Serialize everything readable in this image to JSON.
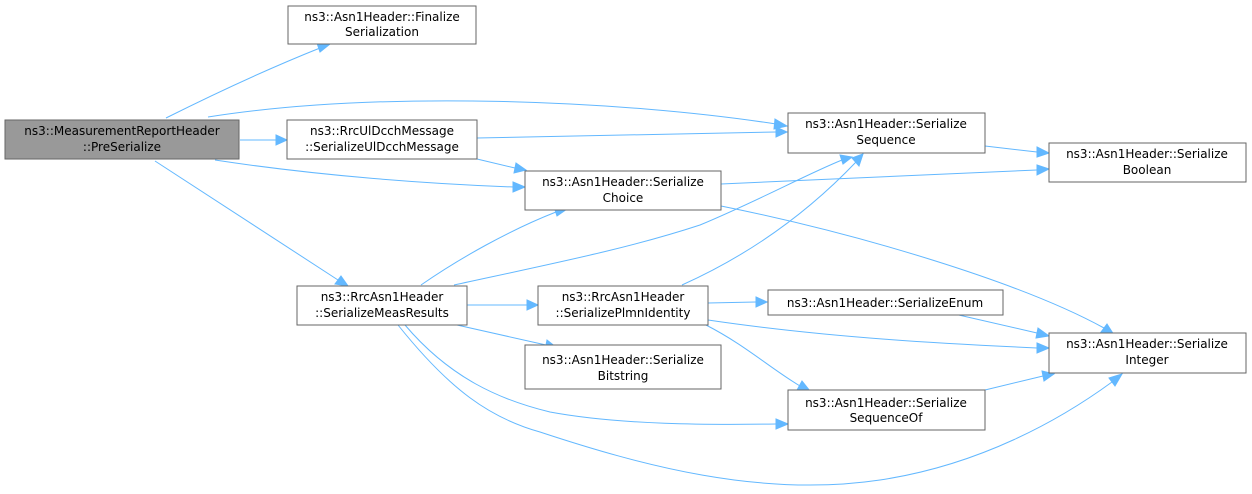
{
  "graph": {
    "colors": {
      "edge": "#63b8ff",
      "node_border": "#666666",
      "root_fill": "#999999",
      "node_fill": "#ffffff"
    },
    "nodes": {
      "preserialize": [
        "ns3::MeasurementReportHeader",
        "::PreSerialize"
      ],
      "finalize_serialization": [
        "ns3::Asn1Header::Finalize",
        "Serialization"
      ],
      "serialize_uldcch": [
        "ns3::RrcUlDcchMessage",
        "::SerializeUlDcchMessage"
      ],
      "serialize_meas_results": [
        "ns3::RrcAsn1Header",
        "::SerializeMeasResults"
      ],
      "serialize_sequence": [
        "ns3::Asn1Header::Serialize",
        "Sequence"
      ],
      "serialize_choice": [
        "ns3::Asn1Header::Serialize",
        "Choice"
      ],
      "serialize_plmn": [
        "ns3::RrcAsn1Header",
        "::SerializePlmnIdentity"
      ],
      "serialize_bitstring": [
        "ns3::Asn1Header::Serialize",
        "Bitstring"
      ],
      "serialize_enum": [
        "ns3::Asn1Header::SerializeEnum"
      ],
      "serialize_sequence_of": [
        "ns3::Asn1Header::Serialize",
        "SequenceOf"
      ],
      "serialize_boolean": [
        "ns3::Asn1Header::Serialize",
        "Boolean"
      ],
      "serialize_integer": [
        "ns3::Asn1Header::Serialize",
        "Integer"
      ]
    },
    "edges": [
      [
        "preserialize",
        "finalize_serialization"
      ],
      [
        "preserialize",
        "serialize_sequence"
      ],
      [
        "preserialize",
        "serialize_uldcch"
      ],
      [
        "preserialize",
        "serialize_choice"
      ],
      [
        "preserialize",
        "serialize_meas_results"
      ],
      [
        "serialize_uldcch",
        "serialize_sequence"
      ],
      [
        "serialize_uldcch",
        "serialize_choice"
      ],
      [
        "serialize_sequence",
        "serialize_boolean"
      ],
      [
        "serialize_choice",
        "serialize_boolean"
      ],
      [
        "serialize_choice",
        "serialize_integer"
      ],
      [
        "serialize_meas_results",
        "serialize_choice"
      ],
      [
        "serialize_meas_results",
        "serialize_sequence"
      ],
      [
        "serialize_meas_results",
        "serialize_plmn"
      ],
      [
        "serialize_meas_results",
        "serialize_bitstring"
      ],
      [
        "serialize_meas_results",
        "serialize_sequence_of"
      ],
      [
        "serialize_meas_results",
        "serialize_integer"
      ],
      [
        "serialize_plmn",
        "serialize_sequence"
      ],
      [
        "serialize_plmn",
        "serialize_enum"
      ],
      [
        "serialize_plmn",
        "serialize_integer"
      ],
      [
        "serialize_plmn",
        "serialize_sequence_of"
      ],
      [
        "serialize_enum",
        "serialize_integer"
      ],
      [
        "serialize_sequence_of",
        "serialize_integer"
      ]
    ]
  }
}
